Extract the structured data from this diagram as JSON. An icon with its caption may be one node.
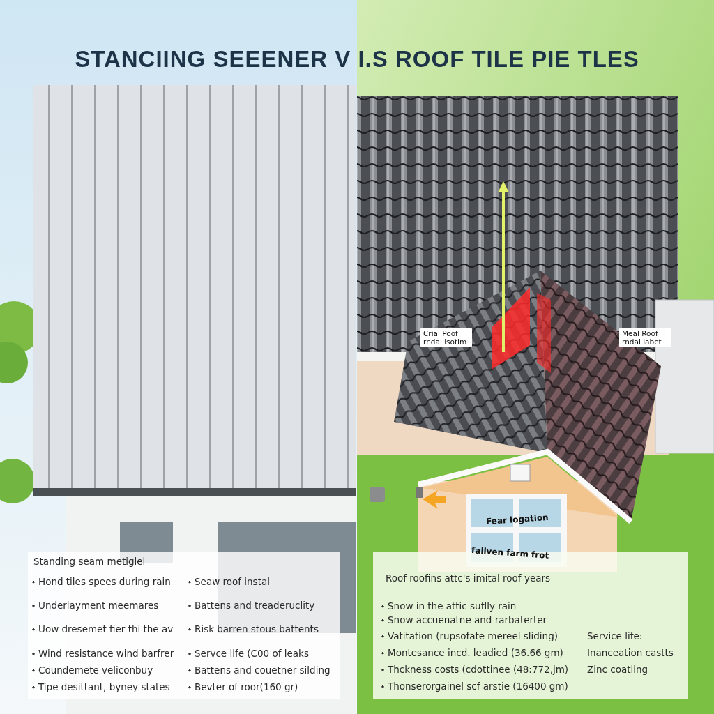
{
  "diagram": {
    "title": "STANCIING SEEENER V I.S ROOF TILE PIE TLES",
    "nodes": [
      {
        "text": [
          "Standing seam metiglel",
          "Hond tiles spees during rain",
          "Seaw roof instal",
          "Underlayment meemares",
          "Battens and treaderuclity",
          "Uow dresemet fier thi the av",
          "Risk barren stous battents",
          "Wind resistance wind barfrer",
          "Servce life (C00 of leaks",
          "Coundemete veliconbuy",
          "Battens and couetner silding",
          "Tipe desittant, byney states",
          "Bevter of roor(160 gr)"
        ]
      },
      {
        "text": [
          "Roof roofins attc's imital roof years",
          "Snow in the attic suflly rain",
          "Snow accuenatne and rarbaterter",
          "Vatitation (rupsofate mereel sliding)",
          "Service life:",
          "Montesance incd. leadied (36.66 gm)",
          "Inanceation castts",
          "Thckness costs (cdottinee (48:772,jm)",
          "Zinc coatiing",
          "Thonserorgainel scf arstie (16400 gm)"
        ]
      },
      {
        "text": [
          "Crial Poof rndal lsotim"
        ]
      },
      {
        "text": [
          "Meal Roof rndal labet"
        ]
      }
    ],
    "labels": [
      "Fear logation",
      "faliven farm frot"
    ]
  }
}
